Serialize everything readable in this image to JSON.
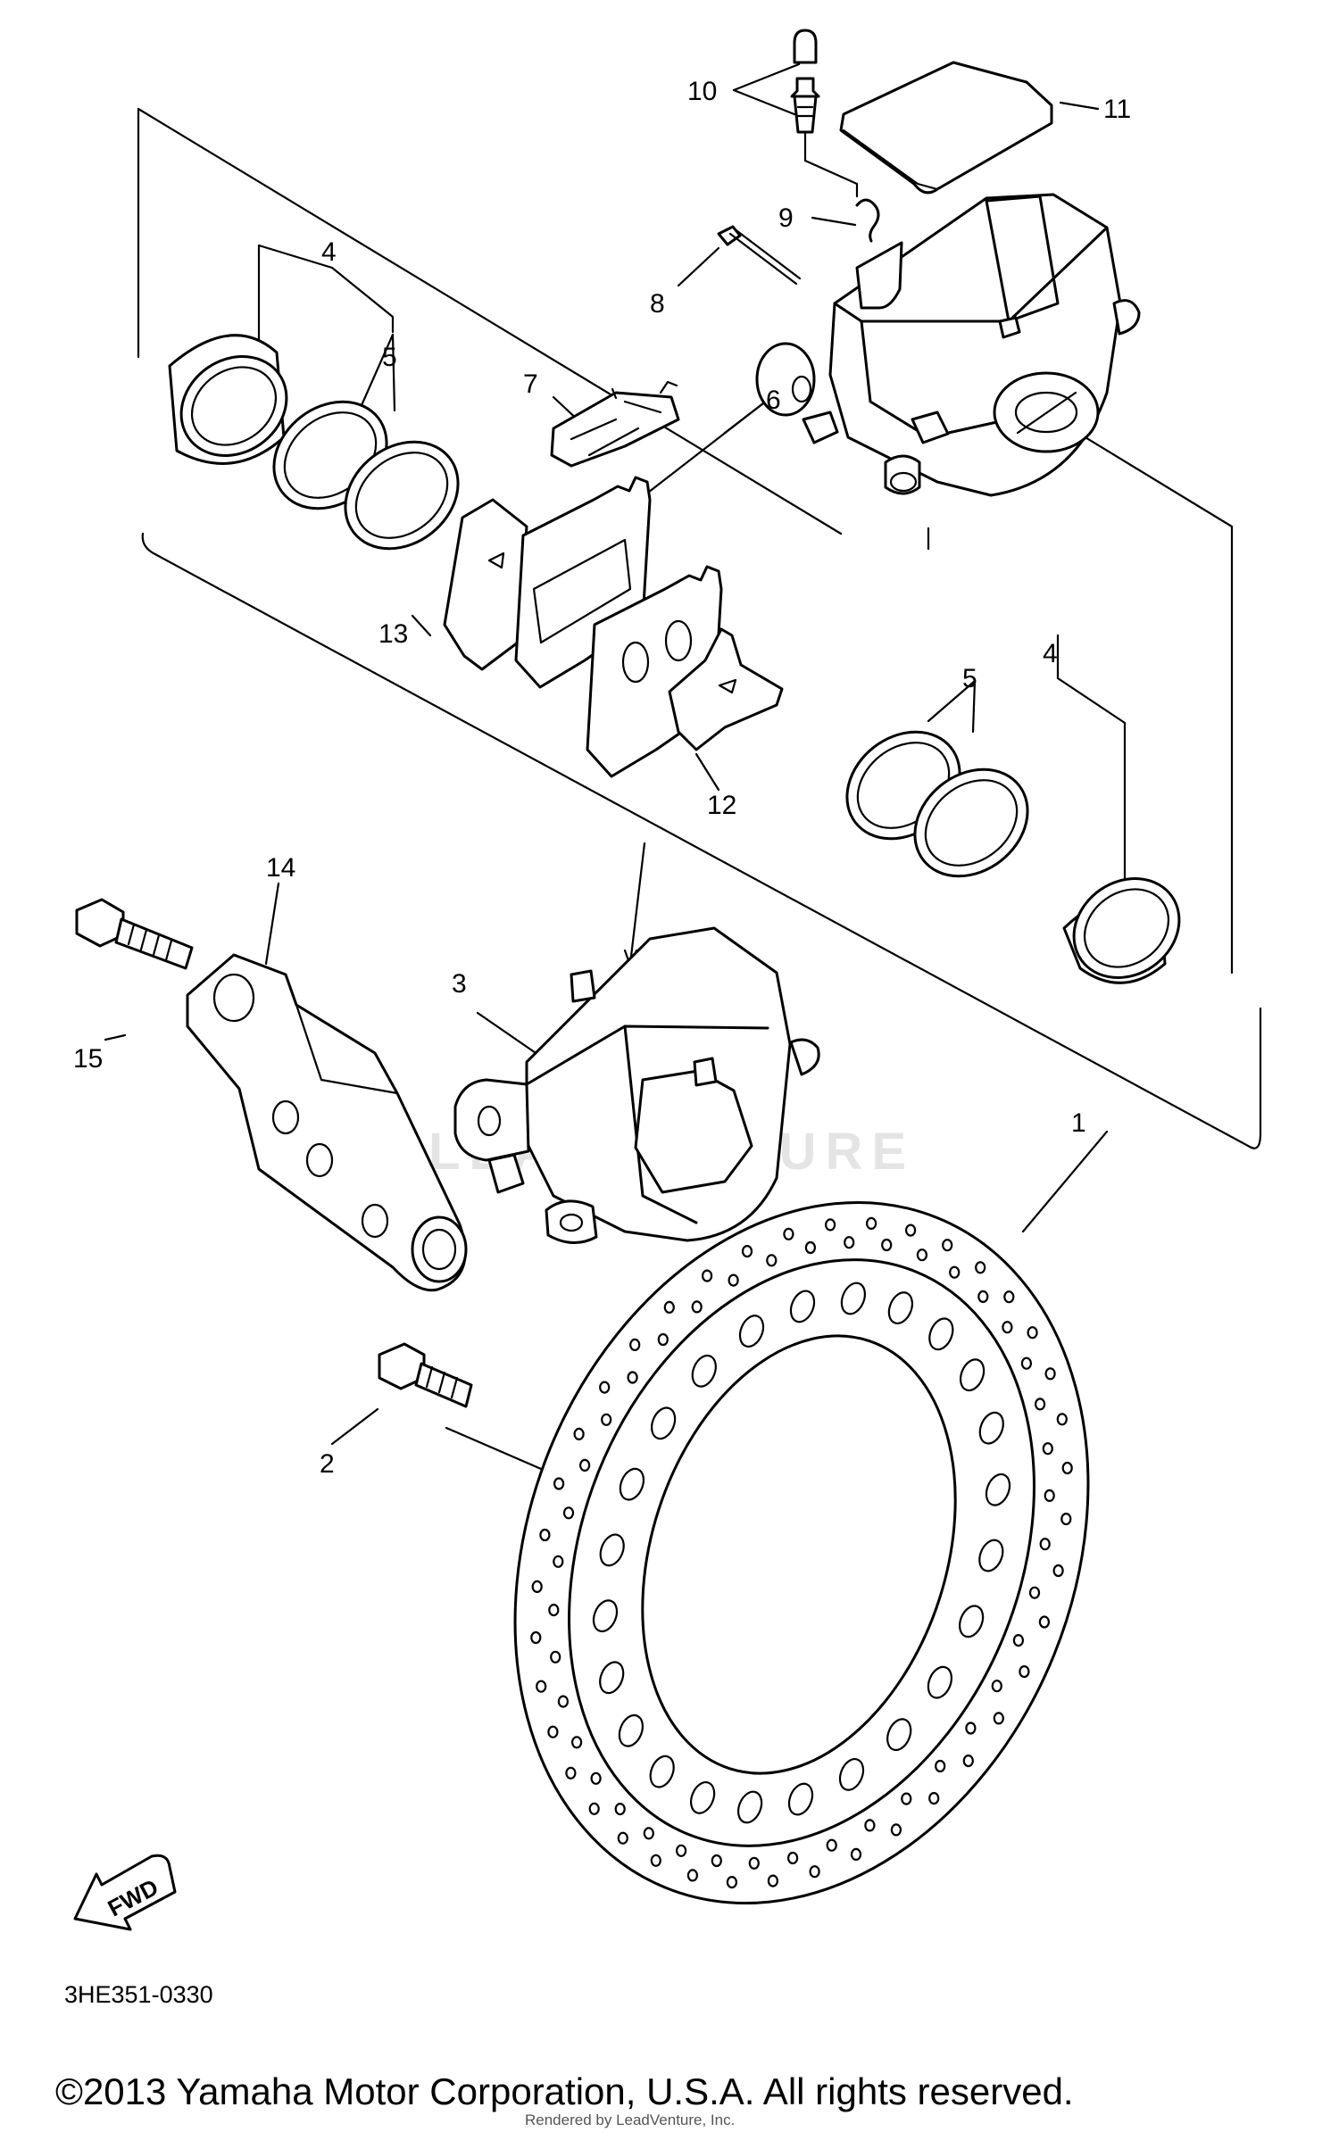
{
  "diagram": {
    "part_labels": [
      "1",
      "2",
      "3",
      "4",
      "4",
      "5",
      "5",
      "6",
      "7",
      "8",
      "9",
      "10",
      "11",
      "12",
      "13",
      "14",
      "15"
    ],
    "diagram_code": "3HE351-0330",
    "fwd_label": "FWD",
    "watermark": "LEADVENTURE",
    "copyright": "©2013 Yamaha Motor Corporation, U.S.A. All rights reserved.",
    "rendered_by": "Rendered by LeadVenture, Inc."
  }
}
